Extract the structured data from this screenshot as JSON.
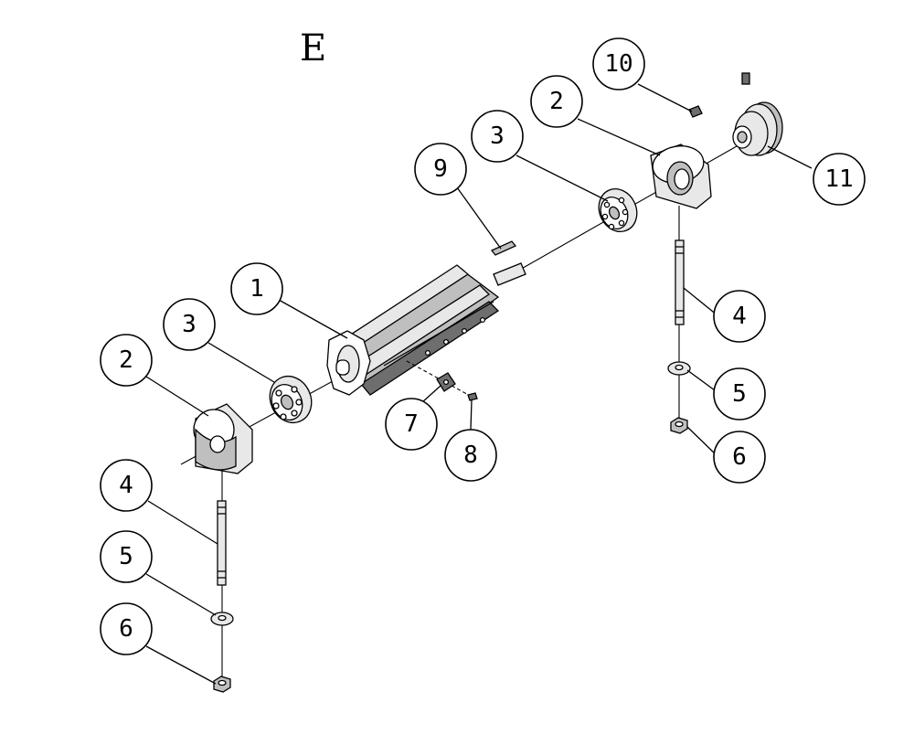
{
  "section_label": "E",
  "callouts": [
    {
      "label": "1"
    },
    {
      "label": "2"
    },
    {
      "label": "3"
    },
    {
      "label": "4"
    },
    {
      "label": "5"
    },
    {
      "label": "6"
    },
    {
      "label": "7"
    },
    {
      "label": "8"
    },
    {
      "label": "9"
    },
    {
      "label": "10"
    },
    {
      "label": "11"
    },
    {
      "label": "2"
    },
    {
      "label": "3"
    },
    {
      "label": "4"
    },
    {
      "label": "5"
    },
    {
      "label": "6"
    }
  ]
}
